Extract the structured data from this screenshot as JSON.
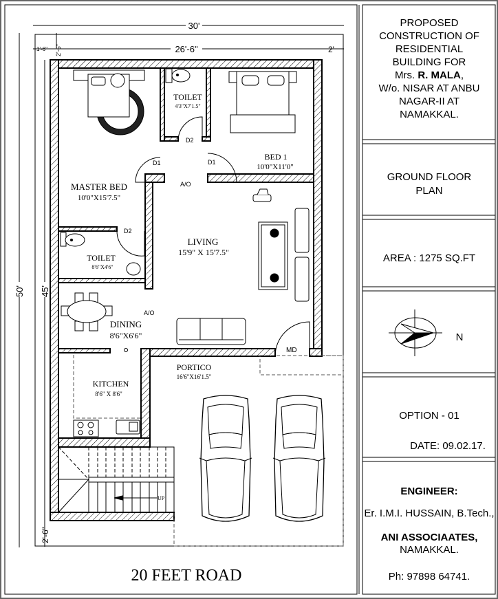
{
  "dimensions": {
    "overall_width": "30'",
    "building_width": "26'-6\"",
    "left_setback": "1'-6\"",
    "right_setback": "2'",
    "top_setback": "2'-6\"",
    "bottom_setback": "2'-6\"",
    "overall_length": "50'",
    "building_length": "45'"
  },
  "rooms": [
    {
      "name": "MASTER BED",
      "size": "10'0\"X15'7.5\""
    },
    {
      "name": "TOILET",
      "size": "4'3\"X7'1.5\""
    },
    {
      "name": "BED 1",
      "size": "10'0\"X11'0\""
    },
    {
      "name": "TOILET",
      "size": "8'6\"X4'6\""
    },
    {
      "name": "LIVING",
      "size": "15'9\" X 15'7.5\""
    },
    {
      "name": "DINING",
      "size": "8'6\"X6'6\""
    },
    {
      "name": "KITCHEN",
      "size": "8'6\" X 8'6\""
    },
    {
      "name": "PORTICO",
      "size": "16'6\"X16'1.5\""
    }
  ],
  "door_labels": {
    "d1": "D1",
    "d2": "D2",
    "ao": "A/O",
    "md": "MD",
    "up": "UP"
  },
  "road_label": "20 FEET ROAD",
  "title_block": {
    "project_lines": [
      "PROPOSED",
      "CONSTRUCTION OF",
      "RESIDENTIAL",
      "BUILDING FOR"
    ],
    "owner_prefix": "Mrs.",
    "owner_name": "R. MALA",
    "owner_suffix": ",",
    "address_lines": [
      "W/o. NISAR AT ANBU",
      "NAGAR-II AT",
      "NAMAKKAL."
    ],
    "plan_lines": [
      "GROUND FLOOR",
      "PLAN"
    ],
    "area": "AREA : 1275 SQ.FT",
    "north_label": "N",
    "option": "OPTION - 01",
    "date": "DATE: 09.02.17.",
    "engineer_heading": "ENGINEER:",
    "engineer_name": "Er. I.M.I. HUSSAIN, B.Tech.,",
    "firm_name": "ANI ASSOCIAATES,",
    "firm_city": "NAMAKKAL.",
    "phone": "Ph: 97898 64741."
  }
}
